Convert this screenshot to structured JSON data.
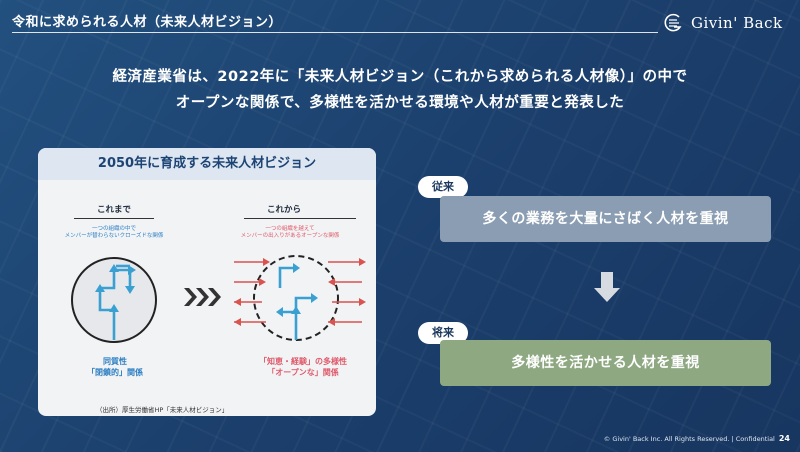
{
  "header": {
    "title": "令和に求められる人材（未来人材ビジョン）",
    "logo_text": "Givin' Back"
  },
  "headline": {
    "line1": "経済産業省は、2022年に「未来人材ビジョン（これから求められる人材像）」の中で",
    "line2": "オープンな関係で、多様性を活かせる環境や人材が重要と発表した"
  },
  "card": {
    "title": "2050年に育成する未来人材ビジョン",
    "before": {
      "label": "これまで",
      "note_line1": "一つの組織の中で",
      "note_line2": "メンバーが替わらないクローズドな関係",
      "caption_line1": "同質性",
      "caption_line2": "「閉鎖的」関係"
    },
    "after": {
      "label": "これから",
      "note_line1": "一つの組織を越えて",
      "note_line2": "メンバーの出入りがあるオープンな関係",
      "caption_line1": "「知恵・経験」の多様性",
      "caption_line2": "「オープンな」関係"
    },
    "source": "（出所）厚生労働省HP「未来人材ビジョン」"
  },
  "comparison": {
    "past_tag": "従来",
    "past_text": "多くの業務を大量にさばく人材を重視",
    "future_tag": "将来",
    "future_text": "多様性を活かせる人材を重視"
  },
  "footer": {
    "copyright": "© Givin' Back Inc. All Rights Reserved. | Confidential",
    "page_number": "24"
  },
  "colors": {
    "background": "#1d4474",
    "past_box": "#8a9db3",
    "future_box": "#8ea882",
    "arrow_blue": "#2d8fc8",
    "arrow_red": "#d9534f"
  }
}
